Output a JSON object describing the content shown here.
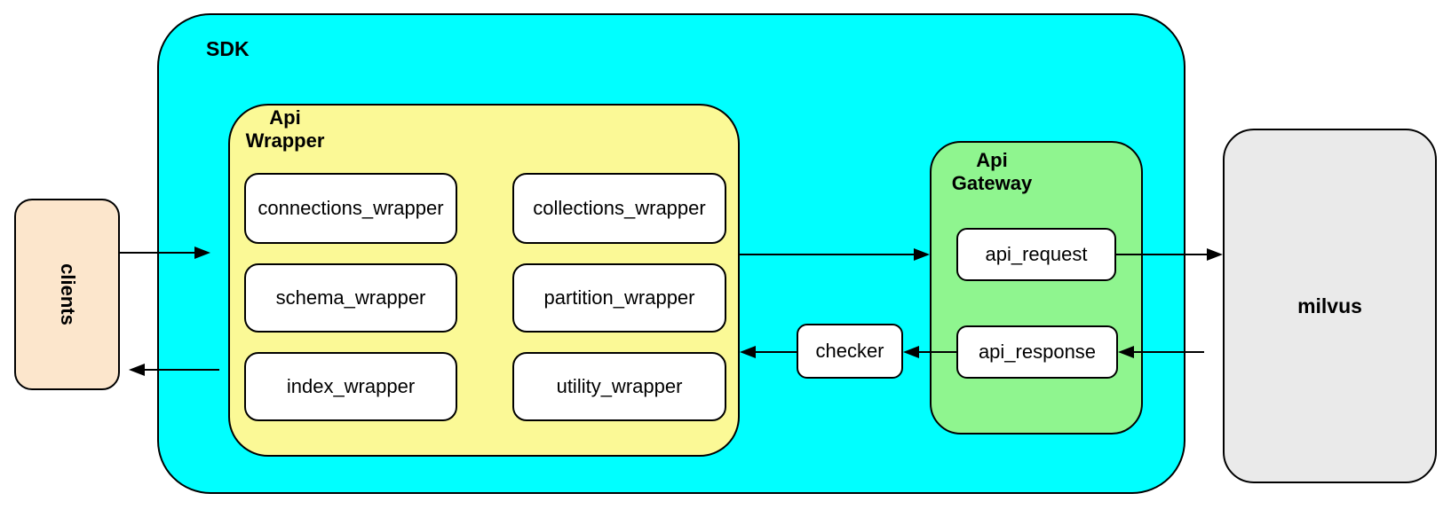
{
  "clients": {
    "label": "clients"
  },
  "sdk": {
    "label": "SDK"
  },
  "api_wrapper": {
    "label_line1": "Api",
    "label_line2": "Wrapper",
    "boxes": [
      "connections_wrapper",
      "collections_wrapper",
      "schema_wrapper",
      "partition_wrapper",
      "index_wrapper",
      "utility_wrapper"
    ]
  },
  "checker": {
    "label": "checker"
  },
  "api_gateway": {
    "label_line1": "Api",
    "label_line2": "Gateway",
    "request_label": "api_request",
    "response_label": "api_response"
  },
  "milvus": {
    "label": "milvus"
  },
  "colors": {
    "sdk": "#00FFFF",
    "api_wrapper": "#FBF996",
    "api_gateway": "#8FF58F",
    "clients": "#FCE6CC",
    "milvus": "#EAEAEA",
    "node_fill": "#FFFFFF",
    "border": "#000000"
  },
  "edges": [
    {
      "from": "clients",
      "to": "sdk"
    },
    {
      "from": "sdk",
      "to": "clients"
    },
    {
      "from": "api_wrapper",
      "to": "api_gateway"
    },
    {
      "from": "api_request",
      "to": "milvus"
    },
    {
      "from": "milvus",
      "to": "api_response"
    },
    {
      "from": "api_response",
      "to": "checker"
    },
    {
      "from": "checker",
      "to": "api_wrapper"
    }
  ]
}
